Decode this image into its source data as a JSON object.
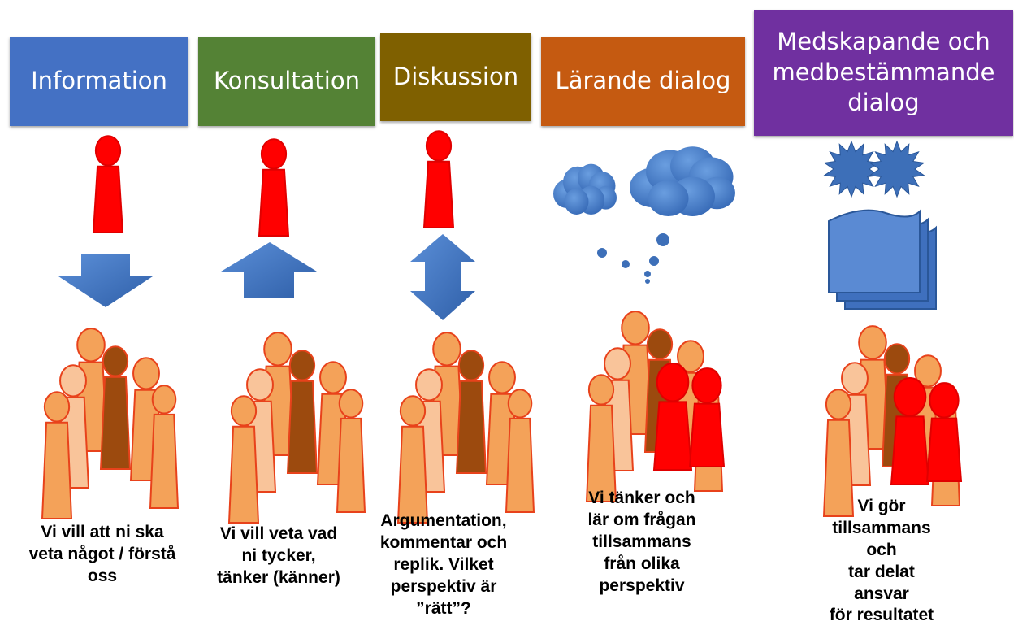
{
  "colors": {
    "information": "#4471c4",
    "konsultation": "#548235",
    "diskussion": "#7f6000",
    "larande": "#c55a11",
    "medskapande": "#7030a0",
    "leader": "#ff0000",
    "arrow": "#3d6fb8"
  },
  "icons": [
    "person-icon",
    "crowd-icon",
    "down-arrow-icon",
    "up-arrow-icon",
    "double-arrow-icon",
    "thought-cloud-icon",
    "starburst-icon",
    "document-stack-icon"
  ],
  "stages": [
    {
      "title": "Information",
      "text": "Vi vill att ni ska\nveta något / förstå\noss"
    },
    {
      "title": "Konsultation",
      "text": "Vi vill veta vad\nni tycker,\ntänker (känner)"
    },
    {
      "title": "Diskussion",
      "text": "Argumentation,\nkommentar och\nreplik. Vilket\nperspektiv är\n”rätt”?"
    },
    {
      "title": "Lärande dialog",
      "text": "Vi tänker och\nlär om frågan\ntillsammans\nfrån olika\nperspektiv"
    },
    {
      "title": "Medskapande och medbestämmande dialog",
      "text": "Vi gör\ntillsammans\noch\ntar delat\nansvar\nför resultatet"
    }
  ]
}
